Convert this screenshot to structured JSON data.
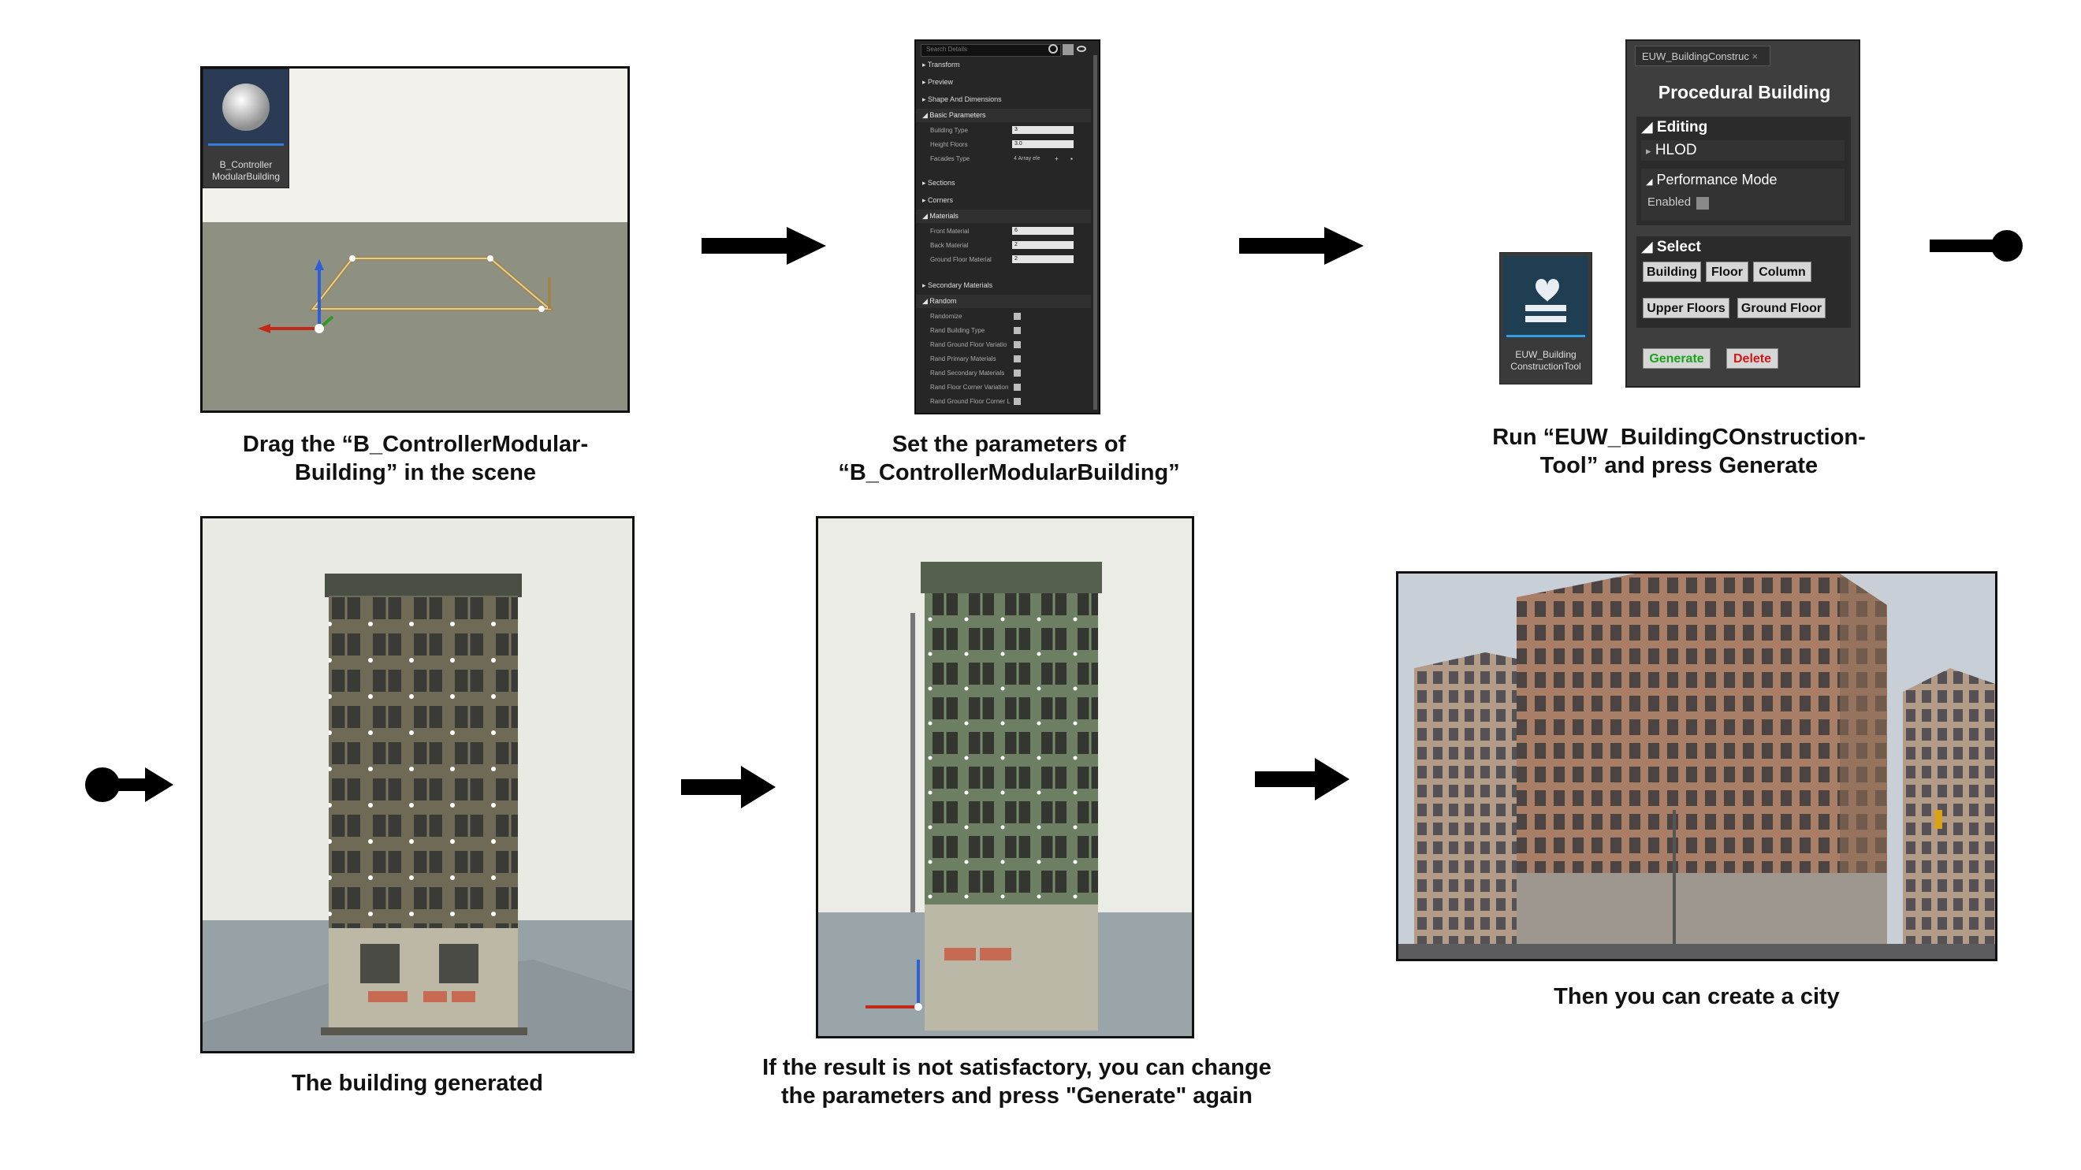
{
  "captions": {
    "step1_line1": "Drag the “B_ControllerModular-",
    "step1_line2": "Building” in the scene",
    "step2_line1": "Set the parameters of",
    "step2_line2": "“B_ControllerModularBuilding”",
    "step3_line1": "Run “EUW_BuildingCOnstruction-",
    "step3_line2": "Tool” and press Generate",
    "step4": "The building generated",
    "step5_line1": "If the result is not satisfactory, you can change",
    "step5_line2": "the parameters and press \"Generate\" again",
    "step6": "Then you can create a city"
  },
  "asset_tile_controller": {
    "line1": "B_Controller",
    "line2": "ModularBuilding",
    "icon": "sphere-icon"
  },
  "asset_tile_widget": {
    "line1": "EUW_Building",
    "line2": "ConstructionTool",
    "icon": "widget-blueprint-icon"
  },
  "details_panel": {
    "search_placeholder": "Search Details",
    "sections": {
      "transform": "Transform",
      "preview": "Preview",
      "shape": "Shape And Dimensions",
      "basic": "Basic Parameters",
      "sections": "Sections",
      "corners": "Corners",
      "materials": "Materials",
      "secondary": "Secondary Materials",
      "random": "Random"
    },
    "basic_params": [
      {
        "label": "Building Type",
        "value": "3"
      },
      {
        "label": "Height Floors",
        "value": "3.0"
      },
      {
        "label": "Facades Type",
        "value": "4 Array ele"
      }
    ],
    "material_params": [
      {
        "label": "Front Material",
        "value": "6"
      },
      {
        "label": "Back Material",
        "value": "2"
      },
      {
        "label": "Ground Floor Material",
        "value": "2"
      }
    ],
    "random_params": [
      "Randomize",
      "Rand Building Type",
      "Rand Ground Floor Variatio",
      "Rand Primary Materials",
      "Rand Secondary Materials",
      "Rand Floor Corner Variation",
      "Rand Ground Floor Corner L"
    ]
  },
  "widget_panel": {
    "tab": "EUW_BuildingConstruc",
    "title": "Procedural Building",
    "editing": "Editing",
    "hlod": "HLOD",
    "performance_mode": "Performance Mode",
    "enabled": "Enabled",
    "select": "Select",
    "buttons": {
      "building": "Building",
      "floor": "Floor",
      "column": "Column",
      "upper_floors": "Upper Floors",
      "ground_floor": "Ground Floor",
      "generate": "Generate",
      "delete": "Delete"
    },
    "colors": {
      "generate": "#1ca11c",
      "delete": "#d01818"
    }
  }
}
